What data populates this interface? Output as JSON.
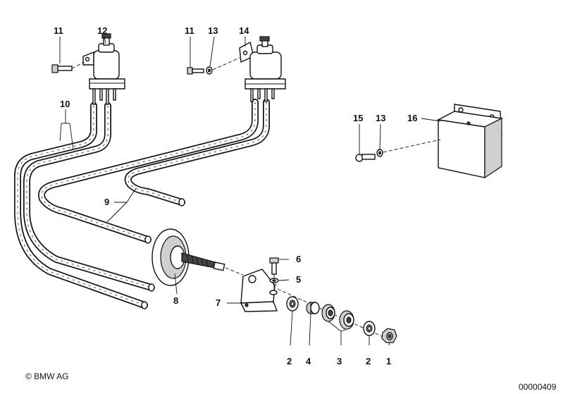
{
  "callouts": {
    "c1": "1",
    "c2a": "2",
    "c2b": "2",
    "c3": "3",
    "c4": "4",
    "c5": "5",
    "c6": "6",
    "c7": "7",
    "c8": "8",
    "c9": "9",
    "c10": "10",
    "c11a": "11",
    "c11b": "11",
    "c12": "12",
    "c13a": "13",
    "c13b": "13",
    "c14": "14",
    "c15": "15",
    "c16": "16"
  },
  "footer": {
    "copyright": "© BMW AG",
    "drawing_number": "00000409"
  }
}
